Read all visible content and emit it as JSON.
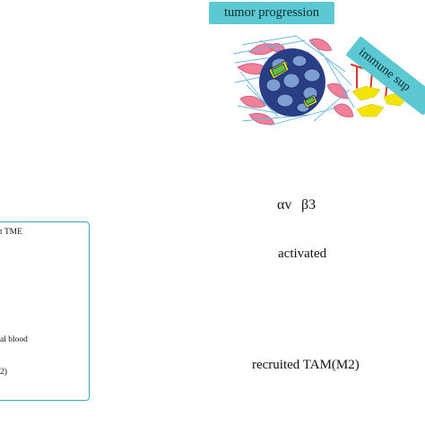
{
  "labels": {
    "tumor_progression": "tumor progression",
    "immune_suppression": "immune sup",
    "integrin_alpha": "αv",
    "integrin_beta": "β3",
    "activated": "activated",
    "recruited_tam": "recruited TAM(M2)"
  },
  "legend": {
    "tme": "t TME",
    "blood": "al blood",
    "m2": "2)"
  },
  "colors": {
    "badge": "#5cc8d2",
    "arrow_purple": "#8a4fb0",
    "triangle_green": "#7ac143",
    "membrane_green": "#2fb58a",
    "membrane_pink": "#e2506b",
    "integrin_pink": "#ee78b4",
    "integrin_orange": "#f08a3c",
    "vessel_red": "#e25a4c",
    "vessel_inner": "#f3b07a",
    "m2_yellow": "#f2e300",
    "fibroblast_pink": "#f07f9a",
    "tumor_navy": "#2a3e86",
    "antibody_red": "#e0352a",
    "legend_border": "#3aa6c4"
  }
}
